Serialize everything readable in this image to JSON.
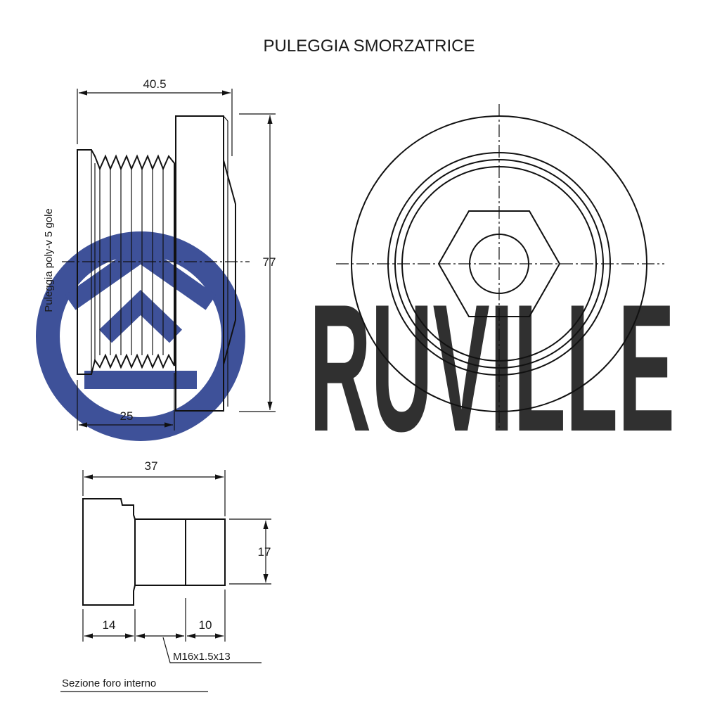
{
  "title": "PULEGGIA SMORZATRICE",
  "watermark": {
    "text": "RUVILLE",
    "color": "#2a3f8e",
    "opacity": 0.9
  },
  "pulley_view": {
    "side_label": "Puleggia poly-v 5 gole",
    "dims": {
      "overall_width": "40.5",
      "diameter": "77",
      "grooved_width": "25"
    }
  },
  "bolt_view": {
    "dims": {
      "overall_length": "37",
      "thread_dia": "17",
      "head_length": "14",
      "thread_length": "10"
    },
    "thread_callout": "M16x1.5x13",
    "section_caption": "Sezione foro interno"
  },
  "colors": {
    "ink": "#111111",
    "hatch": "#8a8a8a"
  }
}
